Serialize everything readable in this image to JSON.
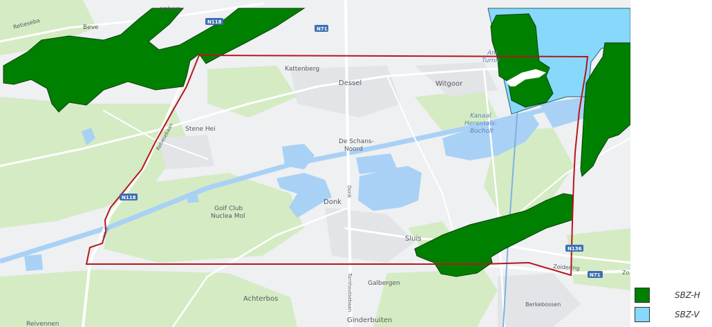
{
  "map": {
    "places": {
      "dessel": "Dessel",
      "witgoor": "Witgoor",
      "kattenberg": "Kattenberg",
      "stene_hei": "Stene Hei",
      "de_schans_noord_1": "De Schans-",
      "de_schans_noord_2": "Noord",
      "donk": "Donk",
      "sluis": "Sluis",
      "golf_club_1": "Golf Club",
      "golf_club_2": "Nuclea Mol",
      "achterbos": "Achterbos",
      "galbergen": "Galbergen",
      "ginderbuiten": "Ginderbuiten",
      "berkebossen": "Berkebossen",
      "reivennen": "Reivennen",
      "bever": "Beve",
      "retieseb": "Retieseba",
      "lomberg": "omberg"
    },
    "water": {
      "kanaal_1": "Kanaal",
      "kanaal_2": "Herentals-",
      "kanaal_3": "Bocholt",
      "am": "Am",
      "turnh": "Turnh"
    },
    "streets": {
      "donk_street": "Donk",
      "turnhoutsebaan": "Turnhoutsebaan",
      "zoidering": "Zoidering",
      "retieseb_street": "Retiesebaan",
      "zo": "Zo",
      "inter_street": "Inter"
    },
    "road_shields": {
      "n118": "N118",
      "n71_top": "N71",
      "n118_left": "N118",
      "n136": "N136",
      "n71_bottom": "N71"
    },
    "colors": {
      "sbz_h": "#008000",
      "sbz_v": "#87d8fa",
      "boundary": "#b5161c",
      "base": "#eef0f2",
      "green_area": "#d5ebc4",
      "water": "#a9d1f5"
    }
  },
  "legend": {
    "items": [
      {
        "label": "SBZ-H",
        "color": "#008000"
      },
      {
        "label": "SBZ-V",
        "color": "#87d8fa"
      }
    ]
  }
}
